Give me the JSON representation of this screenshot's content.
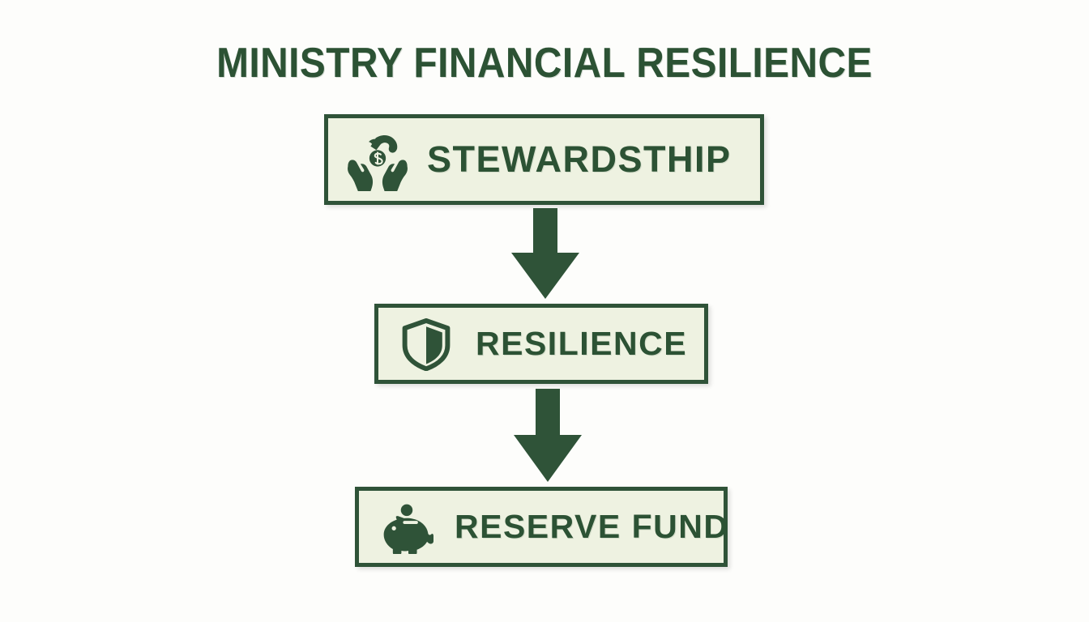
{
  "page": {
    "background_color": "#fdfdfb",
    "accent_color": "#2c5234",
    "box_fill_color": "#eef2e1",
    "box_border_color": "#2f5338"
  },
  "title": "MINISTRY FINANCIAL RESILIENCE",
  "flow": {
    "nodes": [
      {
        "id": "stewardship",
        "label": "STEWARDSTHIP",
        "icon": "hands-holding-coin-icon"
      },
      {
        "id": "resilience",
        "label": "RESILIENCE",
        "icon": "shield-icon"
      },
      {
        "id": "reserve-fund",
        "label": "RESERVE FUND",
        "icon": "piggy-bank-icon"
      }
    ],
    "connectors": [
      {
        "id": "arrow-1",
        "direction": "down",
        "from": "stewardship",
        "to": "resilience"
      },
      {
        "id": "arrow-2",
        "direction": "down",
        "from": "resilience",
        "to": "reserve-fund"
      }
    ]
  }
}
